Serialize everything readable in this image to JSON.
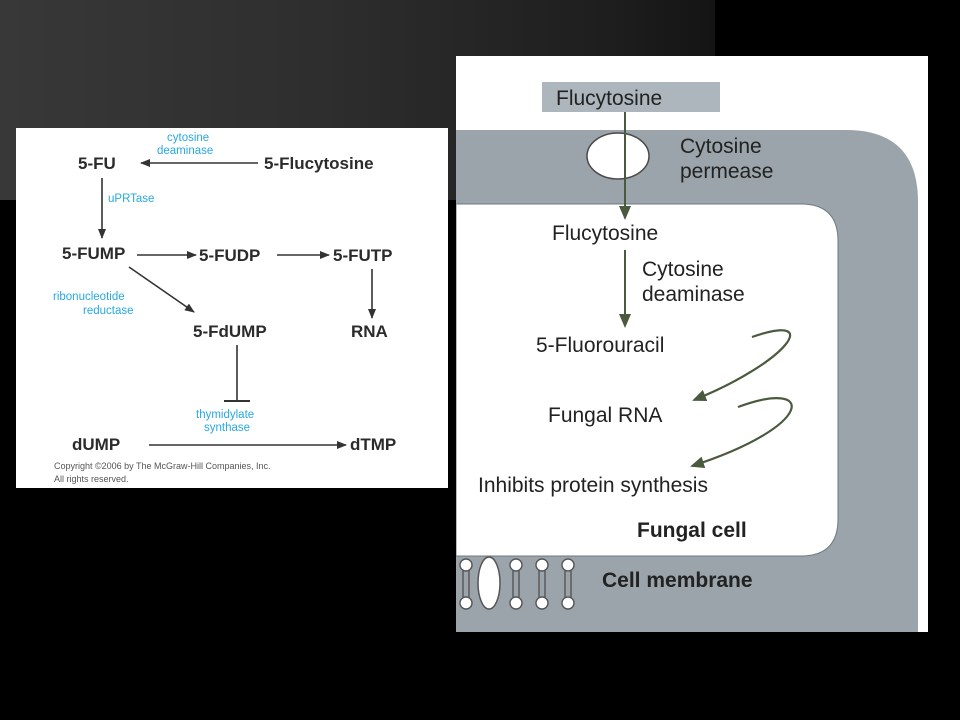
{
  "left_diagram": {
    "five_fu": "5-FU",
    "five_flucytosine": "5-Flucytosine",
    "cytosine_deaminase_line1": "cytosine",
    "cytosine_deaminase_line2": "deaminase",
    "uprtase": "uPRTase",
    "five_fump": "5-FUMP",
    "five_fudp": "5-FUDP",
    "five_futp": "5-FUTP",
    "ribonucleotide_line1": "ribonucleotide",
    "ribonucleotide_line2": "reductase",
    "five_fdump": "5-FdUMP",
    "rna": "RNA",
    "thymidylate_line1": "thymidylate",
    "thymidylate_line2": "synthase",
    "dump": "dUMP",
    "dtmp": "dTMP",
    "copyright_line1": "Copyright ©2006 by The McGraw-Hill Companies, Inc.",
    "copyright_line2": "All rights reserved.",
    "colors": {
      "enzyme_text": "#27a9e1",
      "metabolite_text": "#2b2b2b"
    }
  },
  "right_diagram": {
    "flucytosine_outside": "Flucytosine",
    "cytosine_permease_line1": "Cytosine",
    "cytosine_permease_line2": "permease",
    "flucytosine_inside": "Flucytosine",
    "cytosine_deaminase_line1": "Cytosine",
    "cytosine_deaminase_line2": "deaminase",
    "five_fluorouracil": "5-Fluorouracil",
    "fungal_rna": "Fungal RNA",
    "inhibits_protein_synthesis": "Inhibits protein synthesis",
    "fungal_cell": "Fungal cell",
    "cell_membrane": "Cell membrane",
    "colors": {
      "membrane": "#9aa4aa",
      "label_box": "#aeb6bd",
      "arrow": "#4a5a3e"
    }
  }
}
